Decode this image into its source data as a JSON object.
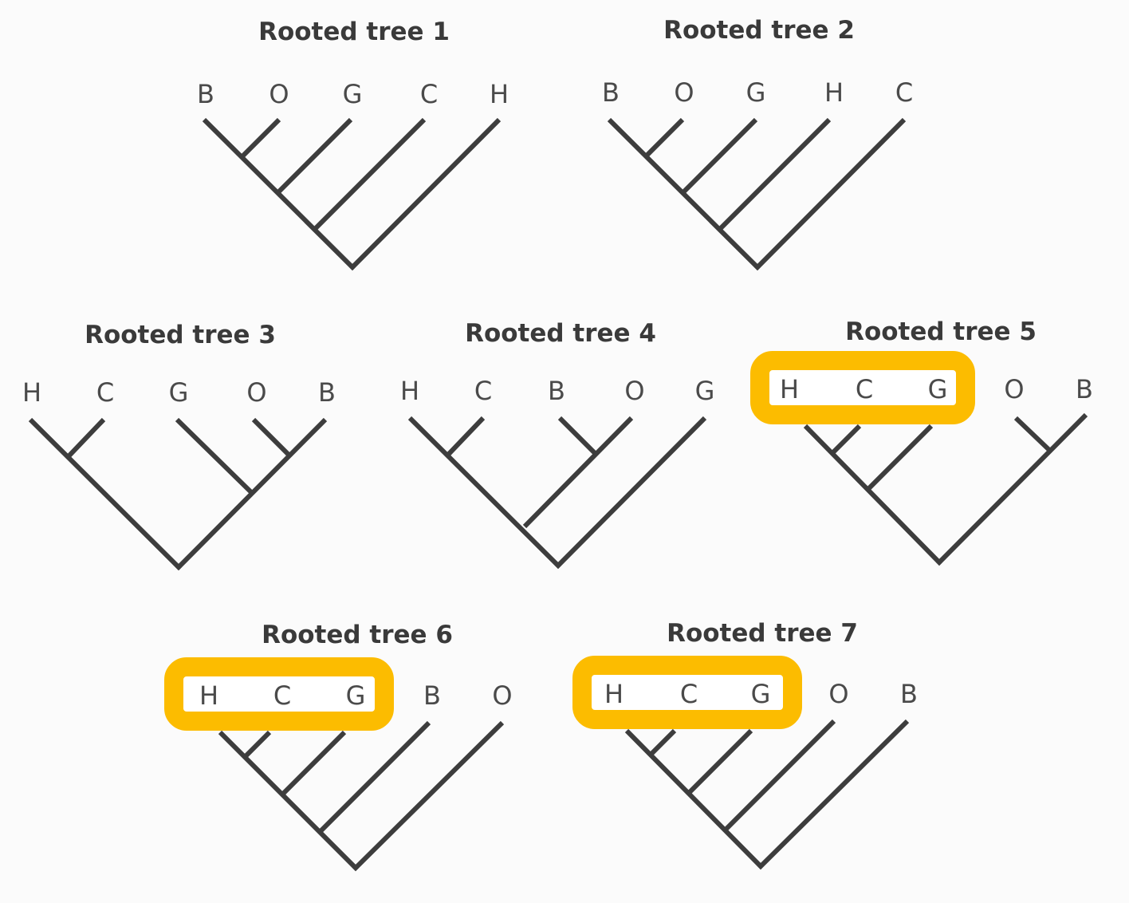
{
  "highlight_color": "#fcbc00",
  "trees": [
    {
      "title": "Rooted tree 1",
      "leaves": [
        "B",
        "O",
        "G",
        "C",
        "H"
      ],
      "topology": "(((B,O),G),C),H",
      "highlighted_leaves": []
    },
    {
      "title": "Rooted tree 2",
      "leaves": [
        "B",
        "O",
        "G",
        "H",
        "C"
      ],
      "topology": "(((B,O),G),H),C",
      "highlighted_leaves": []
    },
    {
      "title": "Rooted tree 3",
      "leaves": [
        "H",
        "C",
        "G",
        "O",
        "B"
      ],
      "topology": "(H,C),(G,(O,B))",
      "highlighted_leaves": []
    },
    {
      "title": "Rooted tree 4",
      "leaves": [
        "H",
        "C",
        "B",
        "O",
        "G"
      ],
      "topology": "((H,C),(B,O)),G",
      "highlighted_leaves": []
    },
    {
      "title": "Rooted tree 5",
      "leaves": [
        "H",
        "C",
        "G",
        "O",
        "B"
      ],
      "topology": "((H,C),G),(O,B)",
      "highlighted_leaves": [
        "H",
        "C",
        "G"
      ]
    },
    {
      "title": "Rooted tree 6",
      "leaves": [
        "H",
        "C",
        "G",
        "B",
        "O"
      ],
      "topology": "(((H,C),G),B),O",
      "highlighted_leaves": [
        "H",
        "C",
        "G"
      ]
    },
    {
      "title": "Rooted tree 7",
      "leaves": [
        "H",
        "C",
        "G",
        "O",
        "B"
      ],
      "topology": "(((H,C),G),O),B",
      "highlighted_leaves": [
        "H",
        "C",
        "G"
      ]
    }
  ]
}
